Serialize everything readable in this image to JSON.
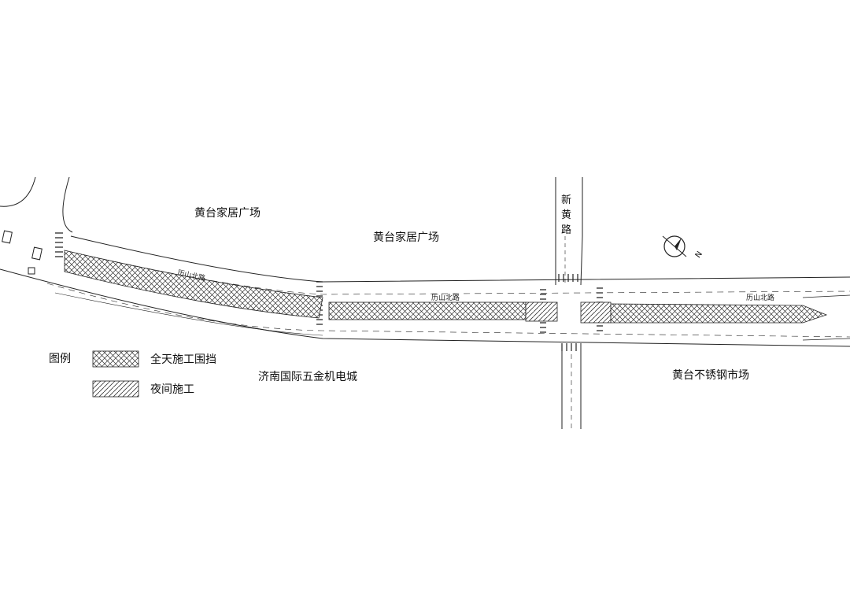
{
  "places": {
    "north_west": "黄台家居广场",
    "north_center": "黄台家居广场",
    "south_center": "济南国际五金机电城",
    "south_east": "黄台不锈钢市场"
  },
  "roads": {
    "main": [
      "历山北路",
      "历山北路",
      "历山北路"
    ],
    "cross": "新黄路"
  },
  "legend": {
    "title": "图例",
    "items": [
      {
        "label": "全天施工围挡",
        "pattern": "crosshatch"
      },
      {
        "label": "夜间施工",
        "pattern": "diagonal"
      }
    ]
  },
  "compass": {
    "letter": "N",
    "icon": "compass-icon"
  },
  "colors": {
    "line": "#222222",
    "background": "#ffffff"
  }
}
